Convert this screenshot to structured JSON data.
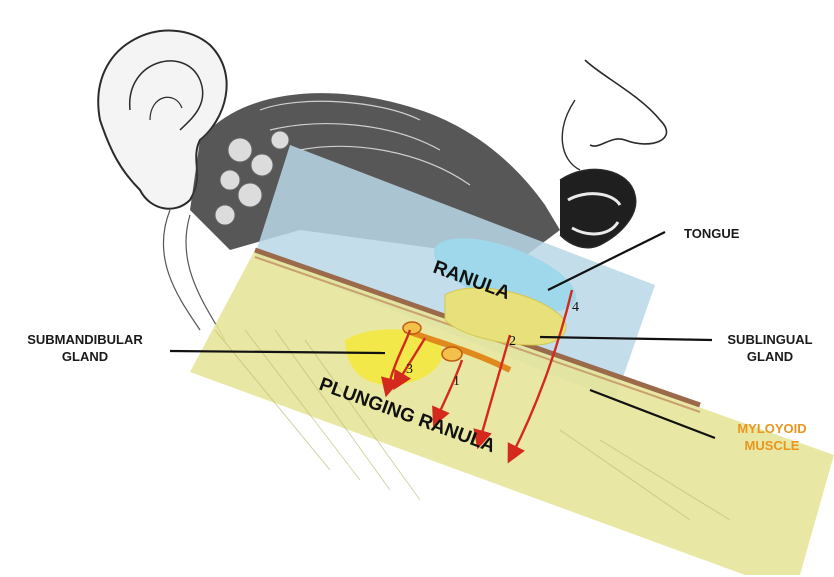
{
  "labels": {
    "tongue": "TONGUE",
    "ranula": "RANULA",
    "submandibular_line1": "SUBMANDIBULAR",
    "submandibular_line2": "GLAND",
    "sublingual_line1": "SUBLINGUAL",
    "sublingual_line2": "GLAND",
    "myloyoid_line1": "MYLOYOID",
    "myloyoid_line2": "MUSCLE",
    "plunging_ranula": "PLUNGING RANULA",
    "path_1": "1",
    "path_2": "2",
    "path_3": "3",
    "path_4": "4"
  },
  "colors": {
    "oral_region_overlay": "#b9d7e6",
    "neck_region_overlay": "#e6e69a",
    "ranula_fill": "#9fd8ea",
    "sublingual_gland_fill": "#e8e07a",
    "submandibular_gland_fill": "#f2e84a",
    "myloyoid_muscle": "#9a6a4a",
    "arrow_red": "#d42a1e",
    "myloyoid_label": "#e8961e"
  }
}
